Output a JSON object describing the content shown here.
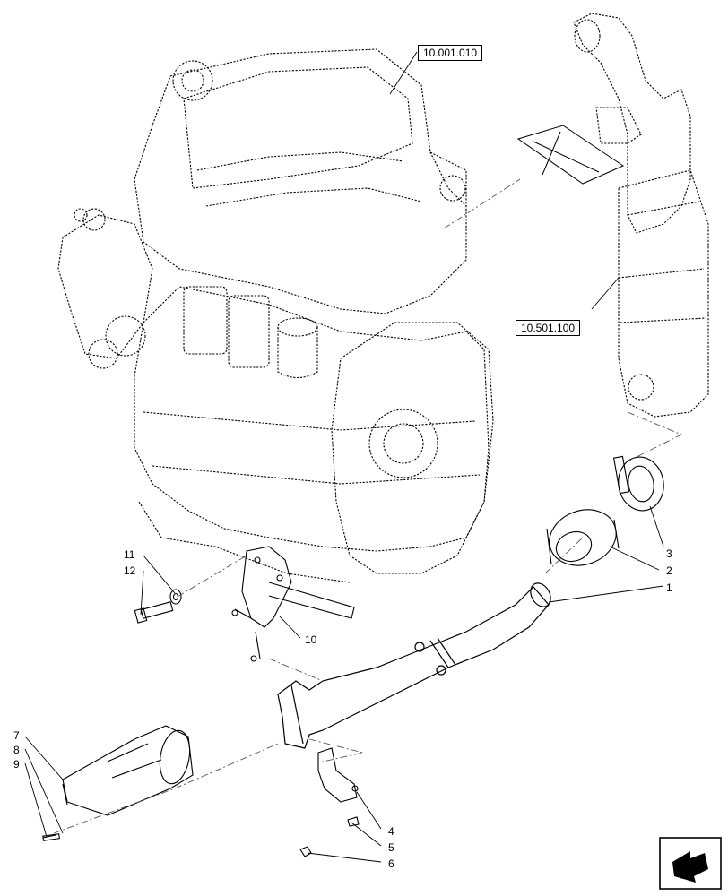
{
  "references": [
    {
      "id": "ref-engine",
      "label": "10.001.010"
    },
    {
      "id": "ref-catalyst",
      "label": "10.501.100"
    }
  ],
  "callouts": [
    "1",
    "2",
    "3",
    "4",
    "5",
    "6",
    "7",
    "8",
    "9",
    "10",
    "11",
    "12"
  ],
  "colors": {
    "line": "#000000",
    "dash": "#555555",
    "background": "#ffffff"
  },
  "icons": {
    "navigation": "return-arrow-icon"
  }
}
